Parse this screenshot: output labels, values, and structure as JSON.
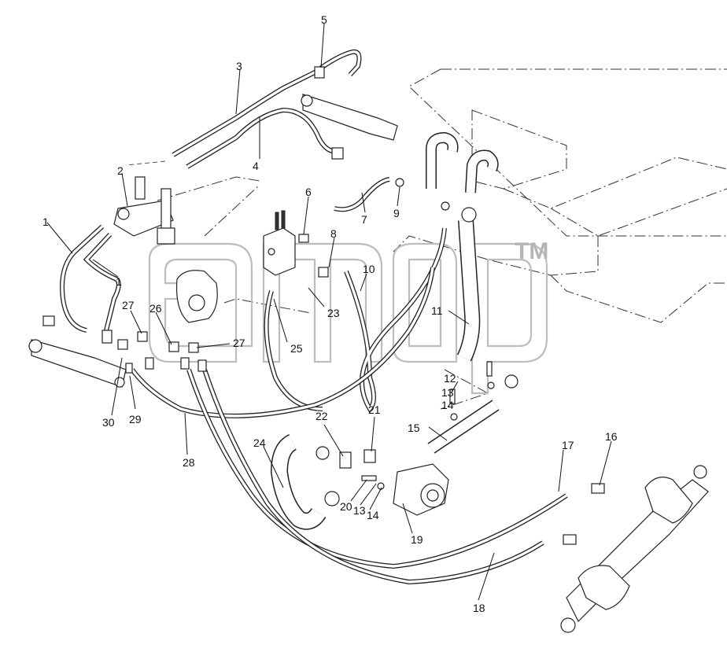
{
  "watermark": {
    "trademark": "TM"
  },
  "callouts": [
    {
      "id": "1a",
      "text": "1"
    },
    {
      "id": "1b",
      "text": "1"
    },
    {
      "id": "2",
      "text": "2"
    },
    {
      "id": "3",
      "text": "3"
    },
    {
      "id": "4",
      "text": "4"
    },
    {
      "id": "5",
      "text": "5"
    },
    {
      "id": "6",
      "text": "6"
    },
    {
      "id": "7",
      "text": "7"
    },
    {
      "id": "8",
      "text": "8"
    },
    {
      "id": "9",
      "text": "9"
    },
    {
      "id": "10",
      "text": "10"
    },
    {
      "id": "11",
      "text": "11"
    },
    {
      "id": "12",
      "text": "12"
    },
    {
      "id": "13a",
      "text": "13"
    },
    {
      "id": "14a",
      "text": "14"
    },
    {
      "id": "15",
      "text": "15"
    },
    {
      "id": "16",
      "text": "16"
    },
    {
      "id": "17",
      "text": "17"
    },
    {
      "id": "18",
      "text": "18"
    },
    {
      "id": "19",
      "text": "19"
    },
    {
      "id": "20",
      "text": "20"
    },
    {
      "id": "13b",
      "text": "13"
    },
    {
      "id": "14b",
      "text": "14"
    },
    {
      "id": "21",
      "text": "21"
    },
    {
      "id": "22",
      "text": "22"
    },
    {
      "id": "23",
      "text": "23"
    },
    {
      "id": "24",
      "text": "24"
    },
    {
      "id": "25",
      "text": "25"
    },
    {
      "id": "26",
      "text": "26"
    },
    {
      "id": "27a",
      "text": "27"
    },
    {
      "id": "27b",
      "text": "27"
    },
    {
      "id": "28",
      "text": "28"
    },
    {
      "id": "29",
      "text": "29"
    },
    {
      "id": "30",
      "text": "30"
    }
  ]
}
